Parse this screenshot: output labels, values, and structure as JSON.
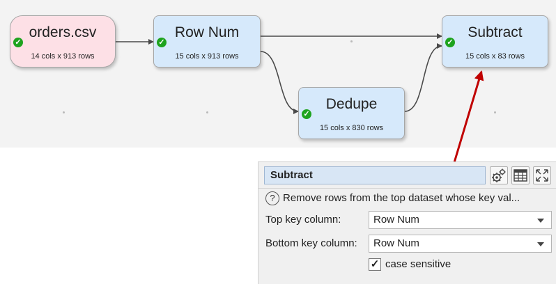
{
  "nodes": {
    "orders": {
      "title": "orders.csv",
      "sub": "14 cols x 913 rows"
    },
    "rownum": {
      "title": "Row Num",
      "sub": "15 cols x 913 rows"
    },
    "dedupe": {
      "title": "Dedupe",
      "sub": "15 cols x 830 rows"
    },
    "subtract": {
      "title": "Subtract",
      "sub": "15 cols x 83 rows"
    }
  },
  "status_icon": "check-icon",
  "colors": {
    "input_node": "#fde0e6",
    "transform_node": "#d6e9fb",
    "status_ok": "#1ea31e",
    "annotation_arrow": "#c00000"
  },
  "panel": {
    "title": "Subtract",
    "description": "Remove rows from the top dataset whose key val...",
    "top_key_label": "Top key column:",
    "top_key_value": "Row Num",
    "bottom_key_label": "Bottom key column:",
    "bottom_key_value": "Row Num",
    "case_sensitive_label": "case sensitive",
    "case_sensitive_checked": true,
    "toolbar_icons": [
      "settings-gears-icon",
      "table-icon",
      "expand-icon"
    ]
  }
}
